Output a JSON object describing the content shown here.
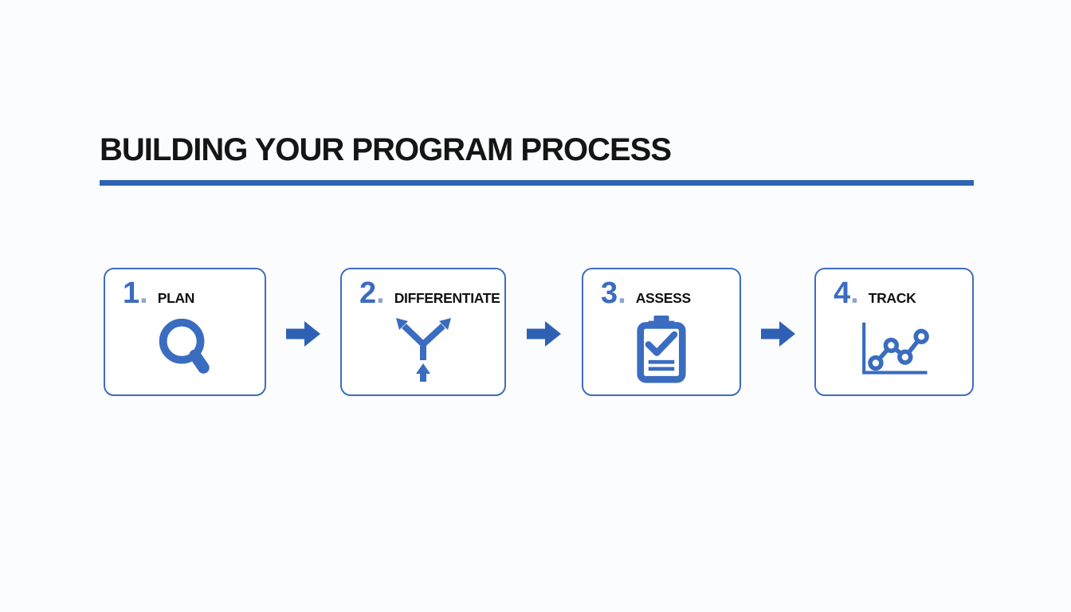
{
  "slide": {
    "title": "BUILDING YOUR PROGRAM PROCESS"
  },
  "colors": {
    "accent_blue": "#3a6cc0",
    "underline_blue": "#2f63b5",
    "arrow_blue": "#2e61b3",
    "number_dot_blue": "#8fa6cc",
    "box_border_blue": "#3f6cc0",
    "title_black": "#151515",
    "background": "#fbfcfd"
  },
  "steps": [
    {
      "number": "1",
      "separator": ".",
      "label": "PLAN",
      "icon": "magnifier-icon"
    },
    {
      "number": "2",
      "separator": ".",
      "label": "DIFFERENTIATE",
      "icon": "branch-arrows-icon"
    },
    {
      "number": "3",
      "separator": ".",
      "label": "ASSESS",
      "icon": "clipboard-check-icon"
    },
    {
      "number": "4",
      "separator": ".",
      "label": "TRACK",
      "icon": "trend-chart-icon"
    }
  ]
}
